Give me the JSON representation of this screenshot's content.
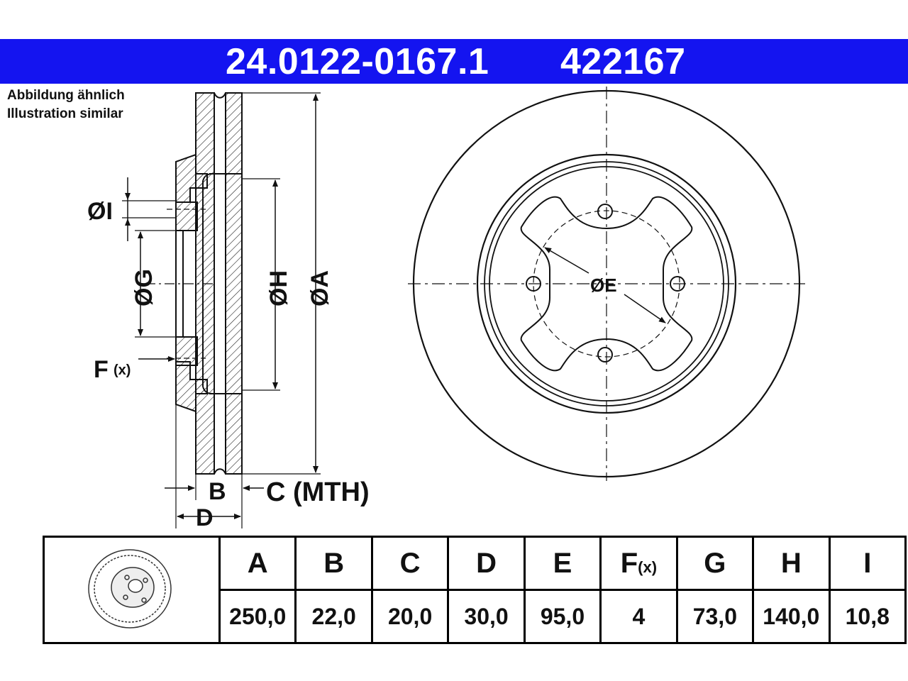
{
  "header": {
    "part_number": "24.0122-0167.1",
    "alt_number": "422167",
    "accent_color": "#1414f0"
  },
  "note": {
    "line1": "Abbildung ähnlich",
    "line2": "Illustration similar"
  },
  "drawing": {
    "label_I": "ØI",
    "label_G": "ØG",
    "label_H": "ØH",
    "label_A": "ØA",
    "label_E": "ØE",
    "label_F": "F",
    "label_F_sub": "(x)",
    "label_B": "B",
    "label_C": "C (MTH)",
    "label_D": "D"
  },
  "spec_table": {
    "thumbnail_icon": "brake-disc-icon",
    "headers": [
      "A",
      "B",
      "C",
      "D",
      "E",
      "F",
      "G",
      "H",
      "I"
    ],
    "f_header_sub": "(x)",
    "values": [
      "250,0",
      "22,0",
      "20,0",
      "30,0",
      "95,0",
      "4",
      "73,0",
      "140,0",
      "10,8"
    ]
  }
}
